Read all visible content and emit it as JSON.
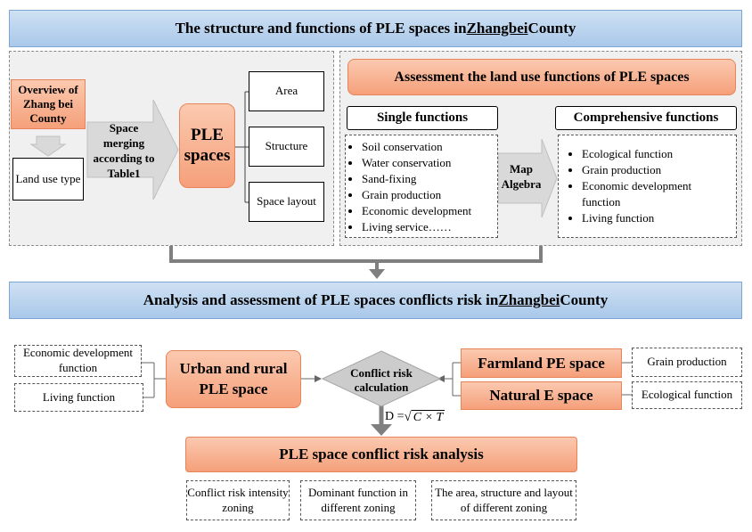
{
  "top": {
    "title_pre": "The structure and functions of PLE spaces in ",
    "title_u": "Zhangbei",
    "title_post": " County",
    "overview": "Overview of Zhang bei County",
    "land_use": "Land use type",
    "space_merging": "Space merging according to Table1",
    "ple_spaces": "PLE spaces",
    "attributes": [
      "Area",
      "Structure",
      "Space layout"
    ],
    "assessment": "Assessment the land use functions of PLE spaces",
    "single_title": "Single functions",
    "single_items": [
      "Soil conservation",
      "Water conservation",
      "Sand-fixing",
      "Grain production",
      "Economic development",
      "Living service……"
    ],
    "map_algebra": "Map Algebra",
    "comp_title": "Comprehensive functions",
    "comp_items": [
      "Ecological function",
      "Grain production",
      "Economic development function",
      "Living function"
    ]
  },
  "bottom": {
    "title_pre": "Analysis and assessment of PLE spaces conflicts risk in ",
    "title_u": "Zhangbei",
    "title_post": " County",
    "econ_func": "Economic development function",
    "living_func": "Living function",
    "urban_rural": "Urban and rural PLE space",
    "conflict_calc": "Conflict risk calculation",
    "formula_lhs": "D = ",
    "formula_rhs": "C × T",
    "farmland": "Farmland PE space",
    "natural": "Natural E space",
    "grain": "Grain production",
    "ecological": "Ecological function",
    "analysis": "PLE space conflict risk analysis",
    "outcomes": [
      "Conflict risk intensity zoning",
      "Dominant function in different zoning",
      "The area, structure and layout of different zoning"
    ]
  },
  "colors": {
    "accent_orange": "#f5a07a",
    "title_blue": "#a9c8ea",
    "arrow_gray": "#d9d9d9",
    "connector_gray": "#7f7f7f"
  }
}
